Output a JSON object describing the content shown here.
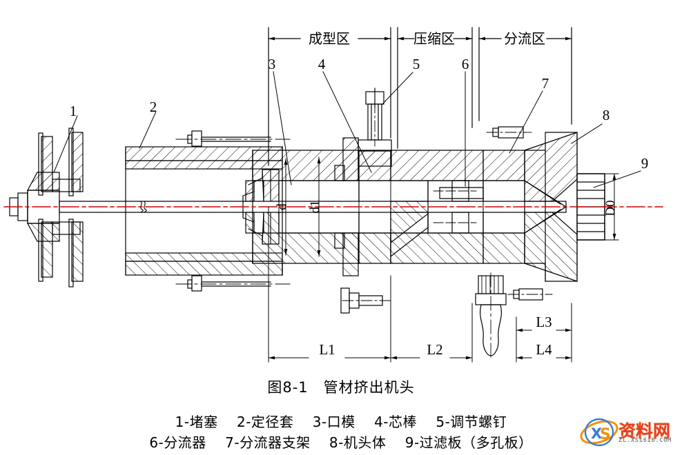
{
  "figure": {
    "title": "图8-1　管材挤出机头",
    "legend_line1": "1-堵塞　 2-定径套　 3-口模　 4-芯棒　 5-调节螺钉",
    "legend_line2": "6-分流器　 7-分流器支架　 8-机头体　 9-过滤板（多孔板）"
  },
  "zones": [
    {
      "id": "forming",
      "label": "成型区"
    },
    {
      "id": "compression",
      "label": "压缩区"
    },
    {
      "id": "distribution",
      "label": "分流区"
    }
  ],
  "callouts": [
    {
      "id": "1",
      "label": "1"
    },
    {
      "id": "2",
      "label": "2"
    },
    {
      "id": "3",
      "label": "3"
    },
    {
      "id": "4",
      "label": "4"
    },
    {
      "id": "5",
      "label": "5"
    },
    {
      "id": "6",
      "label": "6"
    },
    {
      "id": "7",
      "label": "7"
    },
    {
      "id": "8",
      "label": "8"
    },
    {
      "id": "9",
      "label": "9"
    }
  ],
  "dimensions": {
    "horizontal": [
      {
        "id": "L1",
        "label": "L1"
      },
      {
        "id": "L2",
        "label": "L2"
      },
      {
        "id": "L3",
        "label": "L3"
      },
      {
        "id": "L4",
        "label": "L4"
      }
    ],
    "vertical": [
      {
        "id": "d",
        "label": "d"
      },
      {
        "id": "d1",
        "label": "d1"
      },
      {
        "id": "D0",
        "label": "D0"
      }
    ]
  },
  "watermark": {
    "brand": "资料网",
    "url": "ZL.XS1616.COM",
    "mark_letters": "XS"
  },
  "colors": {
    "line": "#000000",
    "centerline": "#cc0000",
    "watermark_brand": "#e8411a",
    "watermark_url": "#8a8a8a",
    "background": "#ffffff"
  }
}
